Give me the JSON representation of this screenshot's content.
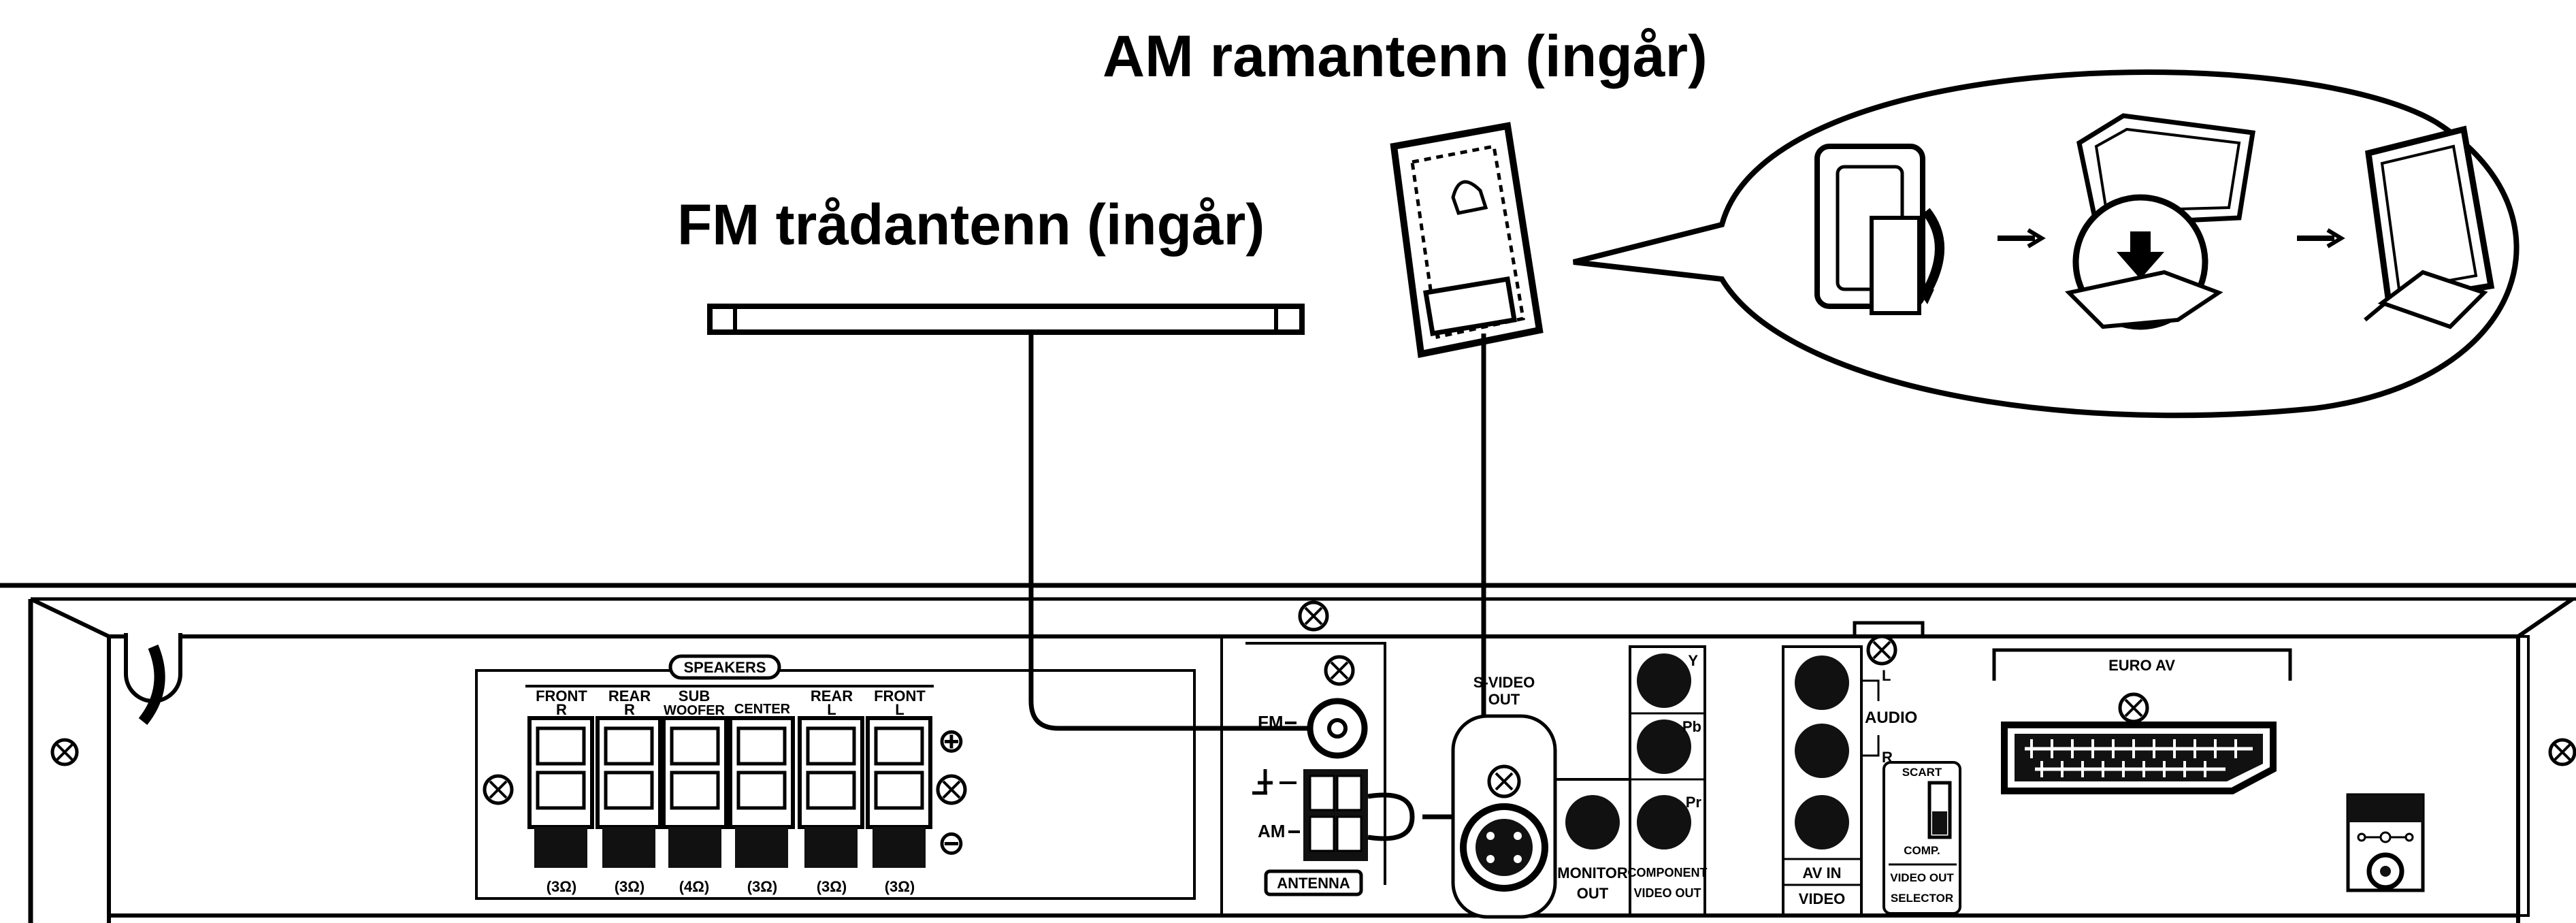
{
  "titles": {
    "am_antenna": "AM ramantenn (ingår)",
    "fm_antenna": "FM trådantenn (ingår)"
  },
  "speakers": {
    "header": "SPEAKERS",
    "channels": [
      {
        "label1": "FRONT",
        "label2": "R",
        "impedance": "(3Ω)"
      },
      {
        "label1": "REAR",
        "label2": "R",
        "impedance": "(3Ω)"
      },
      {
        "label1": "SUB",
        "label2": "WOOFER",
        "impedance": "(4Ω)"
      },
      {
        "label1": "",
        "label2": "CENTER",
        "impedance": "(3Ω)"
      },
      {
        "label1": "REAR",
        "label2": "L",
        "impedance": "(3Ω)"
      },
      {
        "label1": "FRONT",
        "label2": "L",
        "impedance": "(3Ω)"
      }
    ],
    "plus": "⊕",
    "minus": "⊖"
  },
  "antenna": {
    "fm": "FM",
    "am": "AM",
    "label": "ANTENNA"
  },
  "svideo": {
    "line1": "S-VIDEO",
    "line2": "OUT"
  },
  "monitor": {
    "line1": "MONITOR",
    "line2": "OUT"
  },
  "component": {
    "y": "Y",
    "pb": "Pb",
    "pr": "Pr",
    "line1": "COMPONENT",
    "line2": "VIDEO OUT"
  },
  "av": {
    "audio": "AUDIO",
    "l": "L",
    "r": "R",
    "av_in": "AV IN",
    "video": "VIDEO"
  },
  "selector": {
    "scart": "SCART",
    "comp": "COMP.",
    "line1": "VIDEO OUT",
    "line2": "SELECTOR"
  },
  "euro_av": "EURO AV"
}
